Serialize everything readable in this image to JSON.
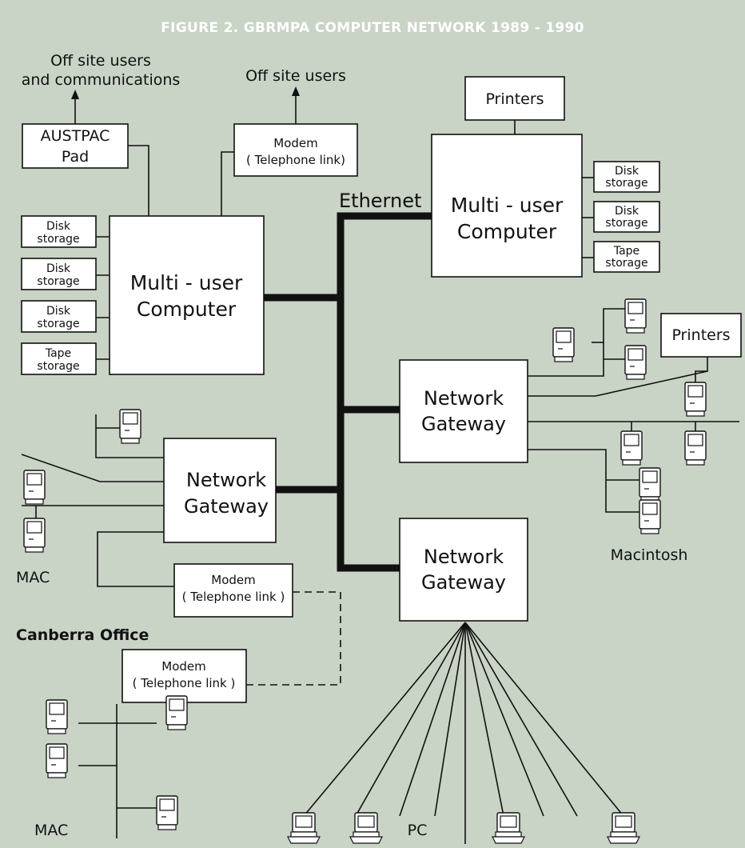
{
  "title": "FIGURE 2.  GBRMPA COMPUTER NETWORK 1989 - 1990",
  "labels": {
    "offsite_users_comms_1": "Off site users",
    "offsite_users_comms_2": "and communications",
    "offsite_users": "Off site users",
    "ethernet": "Ethernet",
    "macintosh": "Macintosh",
    "mac_left": "MAC",
    "mac_canberra": "MAC",
    "pc": "PC",
    "canberra_office": "Canberra Office"
  },
  "boxes": {
    "austpac_1": "AUSTPAC",
    "austpac_2": "Pad",
    "modem_line1": "Modem",
    "modem_line2": "( Telephone link)",
    "modem_mid_line2": "( Telephone link )",
    "modem_canberra_line2": "( Telephone link )",
    "printers": "Printers",
    "disk_1": "Disk",
    "disk_2": "storage",
    "tape_1": "Tape",
    "tape_2": "storage",
    "multi_user_1": "Multi - user",
    "multi_user_2": "Computer",
    "gateway_1": "Network",
    "gateway_2": "Gateway"
  },
  "colors": {
    "background": "#c9d3c6",
    "line": "#111111",
    "box_fill": "#ffffff",
    "title_text": "#ffffff"
  }
}
